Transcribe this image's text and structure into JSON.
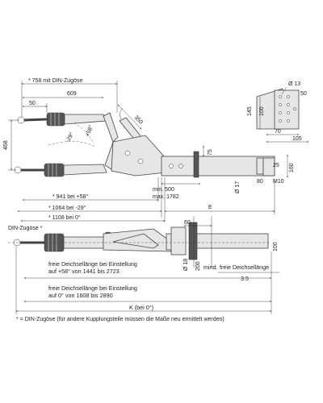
{
  "dimensions": {
    "d758": "* 758 mit DIN-Zugöse",
    "d609": "609",
    "d50": "50",
    "d468": "468",
    "d29": "-29°",
    "d58": "+58°",
    "d350": "350",
    "d941": "* 941 bei +58°",
    "d1064": "* 1064 bei -29°",
    "d1108": "* 1108 bei 0°",
    "min_label": "min. 500",
    "max_label": "max. 1782",
    "dE": "E",
    "d75": "75",
    "d25": "25",
    "d160": "160",
    "d17": "Ø 17",
    "d80": "80",
    "dM10": "M10",
    "d13": "Ø 13",
    "d145": "145",
    "d100a": "100",
    "d50b": "50",
    "d70": "70",
    "d105": "105",
    "din_zugoese": "DIN-Zugöse *",
    "d60": "60",
    "d200": "200",
    "d100b": "100",
    "d18": "Ø 18",
    "mind_label": "mind.",
    "mind_text": "freie Deichsellänge",
    "mind_value": "3.5",
    "free1_line1": "freie Deichsellänge bei Einstellung",
    "free1_line2": "auf +58° von 1441 bis 2723",
    "free2_line1": "freie Deichsellänge bei Einstellung",
    "free2_line2": "auf 0° von 1608 bis 2890",
    "dK": "K (bei 0°)",
    "footnote": "* = DIN-Zugöse (für andere Kupplungsteile müssen die Maße neu ermittelt werden)"
  }
}
